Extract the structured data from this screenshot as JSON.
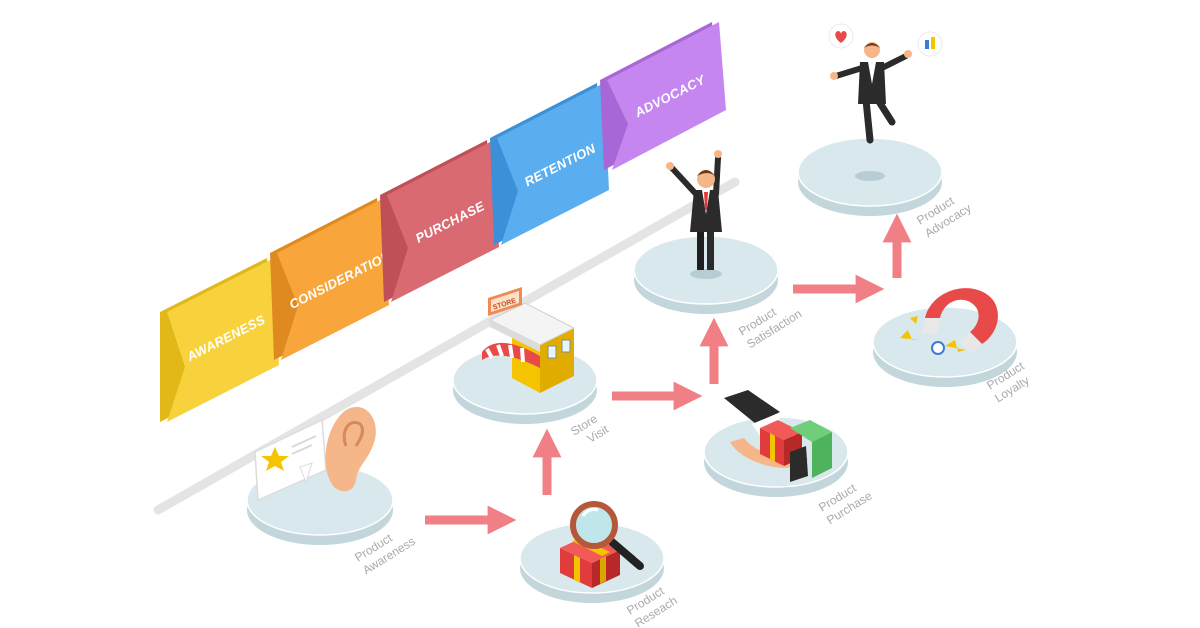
{
  "stages": [
    {
      "label": "AWARENESS",
      "color": "#f7d23c"
    },
    {
      "label": "CONSIDERATION",
      "color": "#f8a53c"
    },
    {
      "label": "PURCHASE",
      "color": "#d96a72"
    },
    {
      "label": "RETENTION",
      "color": "#5aaef0"
    },
    {
      "label": "ADVOCACY",
      "color": "#c586f0"
    }
  ],
  "steps": [
    {
      "line1": "Product",
      "line2": "Awareness"
    },
    {
      "line1": "Product",
      "line2": "Reseach"
    },
    {
      "line1": "Store",
      "line2": "Visit"
    },
    {
      "line1": "Product",
      "line2": "Purchase"
    },
    {
      "line1": "Product",
      "line2": "Satisfaction"
    },
    {
      "line1": "Product",
      "line2": "Loyalty"
    },
    {
      "line1": "Product",
      "line2": "Advocacy"
    }
  ],
  "store_sign": "STORE",
  "colors": {
    "platform": "#d8e8ed",
    "arrow": "#f07f86",
    "timeline": "#e4e4e4"
  }
}
